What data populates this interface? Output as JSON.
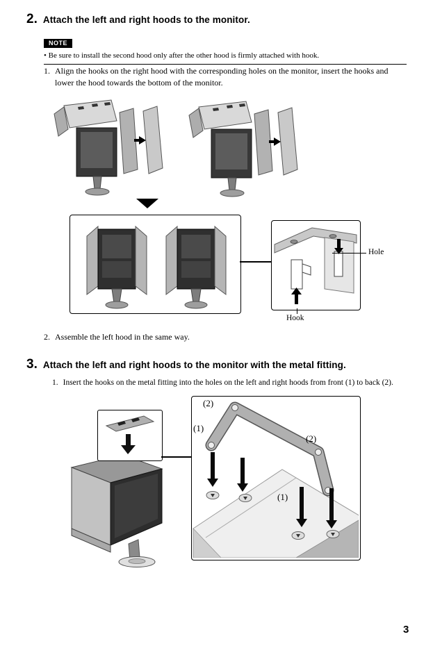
{
  "page": {
    "number": "3"
  },
  "step2": {
    "number": "2.",
    "title": "Attach the left and right hoods to the monitor.",
    "note": {
      "label": "NOTE",
      "text": "• Be sure to install the second hood only after the other hood is firmly attached with hook."
    },
    "substeps": [
      {
        "num": "1.",
        "text": "Align the hooks on the right hood with the corresponding holes on the monitor, insert the hooks and lower the hood towards the bottom of the monitor."
      },
      {
        "num": "2.",
        "text": "Assemble the left hood in the same way."
      }
    ],
    "callouts": {
      "hole": "Hole",
      "hook": "Hook"
    }
  },
  "step3": {
    "number": "3.",
    "title": "Attach the left and right hoods to the monitor with the metal fitting.",
    "substeps": [
      {
        "num": "1.",
        "text": "Insert the hooks on the metal fitting into the holes on the left and right hoods from front (1) to back (2)."
      }
    ],
    "callouts": [
      "(2)",
      "(1)",
      "(2)",
      "(1)"
    ]
  }
}
